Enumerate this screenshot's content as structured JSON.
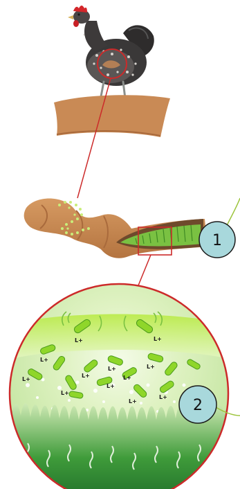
{
  "callouts": [
    {
      "number": "1"
    },
    {
      "number": "2"
    }
  ],
  "bacteria_label": "L+",
  "colors": {
    "gut_wall": "#c98a55",
    "gut_wall_dark": "#a96a3c",
    "lining_green": "#7ac142",
    "bright_green": "#9bdc2c",
    "callout_fill": "#a8d8dc",
    "callout_line": "#9cc43c",
    "connector_red": "#cc2a2a"
  }
}
